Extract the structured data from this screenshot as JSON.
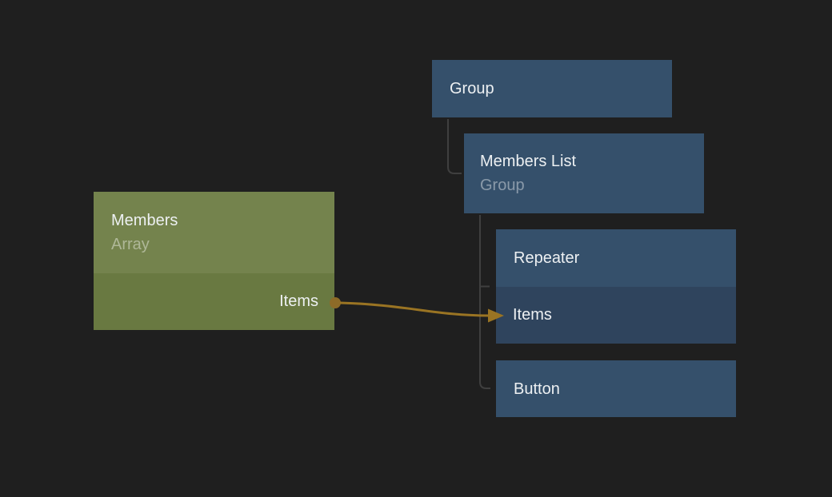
{
  "theme": {
    "background": "#1f1f1f",
    "node-blue": "#35506b",
    "node-blue-port": "#2f445d",
    "node-green": "#74834d",
    "node-green-port": "#697941",
    "title-color": "#edf0f2",
    "subtitle-color": "rgba(255,255,255,0.42)",
    "wire-color": "#9a7423",
    "wire-dot-color": "#8d6b28",
    "tree-line-color": "#3f3f3f"
  },
  "nodes": {
    "members": {
      "title": "Members",
      "subtitle": "Array",
      "port": {
        "label": "Items"
      }
    },
    "group": {
      "title": "Group"
    },
    "members_list": {
      "title": "Members List",
      "subtitle": "Group"
    },
    "repeater": {
      "title": "Repeater",
      "port": {
        "label": "Items"
      }
    },
    "button": {
      "title": "Button"
    }
  },
  "connection": {
    "from": "Members / Items",
    "to": "Repeater / Items"
  }
}
